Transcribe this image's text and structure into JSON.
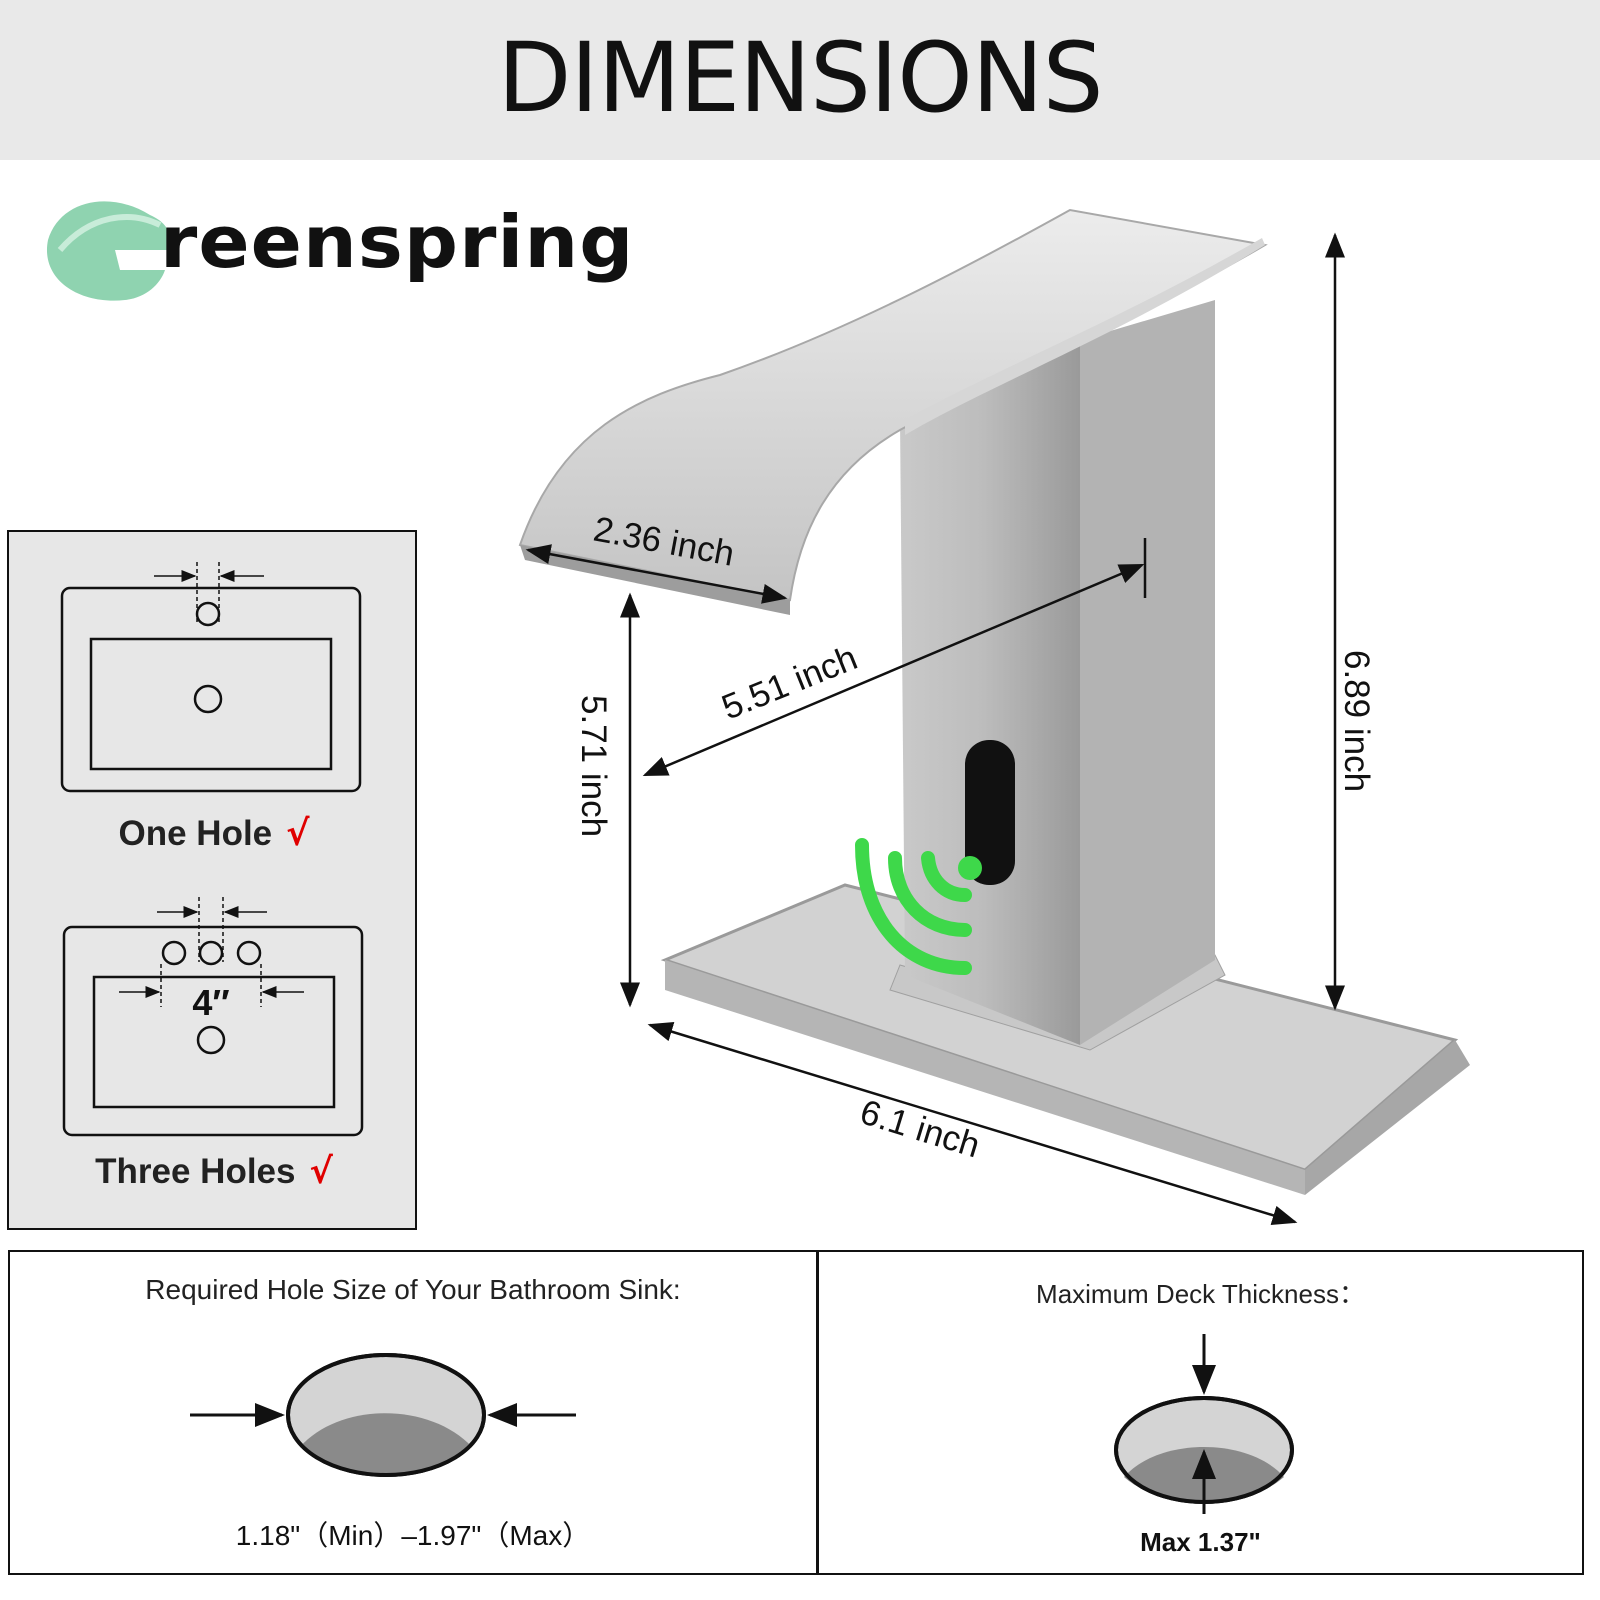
{
  "header": {
    "title": "DIMENSIONS"
  },
  "brand": {
    "name": "reenspring",
    "icon": "leaf-g-logo",
    "logo_color": "#8fd3b0"
  },
  "dimensions": {
    "spout_width": "2.36 inch",
    "spout_reach": "5.51 inch",
    "spout_height": "5.71 inch",
    "total_height": "6.89 inch",
    "deck_plate_length": "6.1 inch"
  },
  "install_options": {
    "one_hole": {
      "label": "One Hole",
      "check": "√"
    },
    "three_holes": {
      "label": "Three Holes",
      "check": "√",
      "spacing": "4″"
    }
  },
  "hole_size": {
    "heading": "Required Hole Size of Your Bathroom Sink:",
    "value": "1.18\"（Min）–1.97\"（Max）"
  },
  "deck_thickness": {
    "heading": "Maximum Deck Thickness：",
    "value": "Max 1.37\""
  },
  "colors": {
    "check": "#e00000",
    "sensor_wave": "#3ed84a",
    "panel_bg": "#e7e7e7",
    "header_bg": "#e9e9e9"
  }
}
